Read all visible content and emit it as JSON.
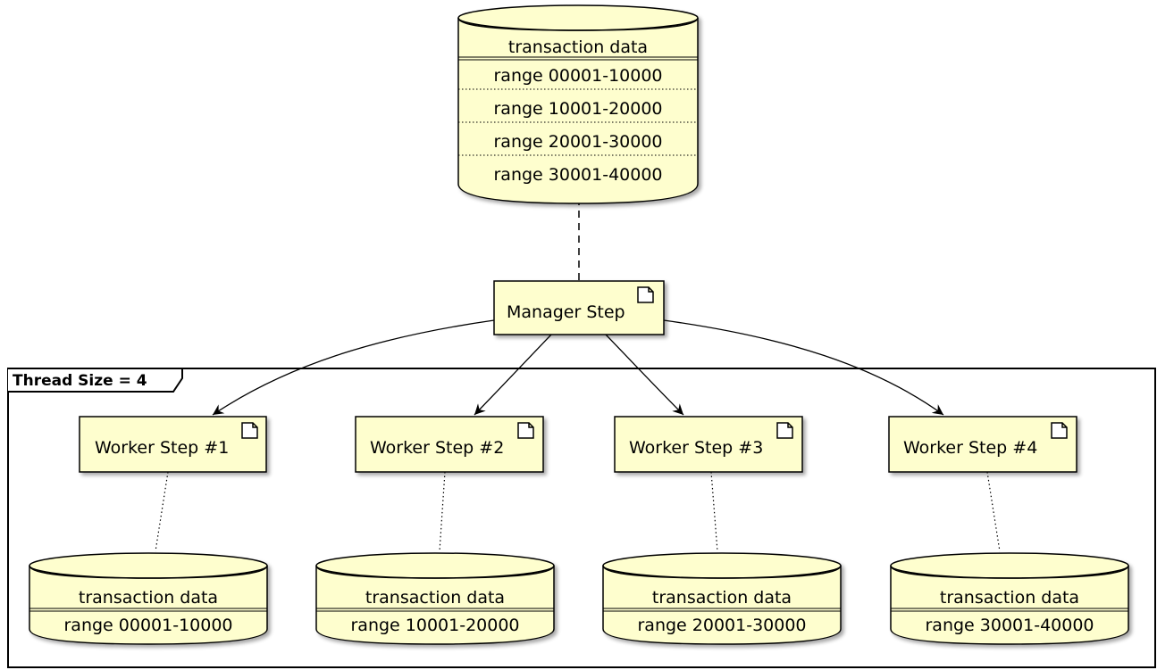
{
  "colors": {
    "fill": "#FEFECE",
    "stroke": "#000000",
    "shadow": "#b8b8b8",
    "background": "#FFFFFF"
  },
  "main_database": {
    "title": "transaction data",
    "ranges": [
      "range 00001-10000",
      "range 10001-20000",
      "range 20001-30000",
      "range 30001-40000"
    ]
  },
  "manager": {
    "label": "Manager Step",
    "icon": "document-icon"
  },
  "frame": {
    "label": "Thread Size = 4"
  },
  "workers": [
    {
      "label": "Worker Step #1",
      "icon": "document-icon"
    },
    {
      "label": "Worker Step #2",
      "icon": "document-icon"
    },
    {
      "label": "Worker Step #3",
      "icon": "document-icon"
    },
    {
      "label": "Worker Step #4",
      "icon": "document-icon"
    }
  ],
  "worker_databases": [
    {
      "title": "transaction data",
      "range": "range 00001-10000"
    },
    {
      "title": "transaction data",
      "range": "range 10001-20000"
    },
    {
      "title": "transaction data",
      "range": "range 20001-30000"
    },
    {
      "title": "transaction data",
      "range": "range 30001-40000"
    }
  ]
}
